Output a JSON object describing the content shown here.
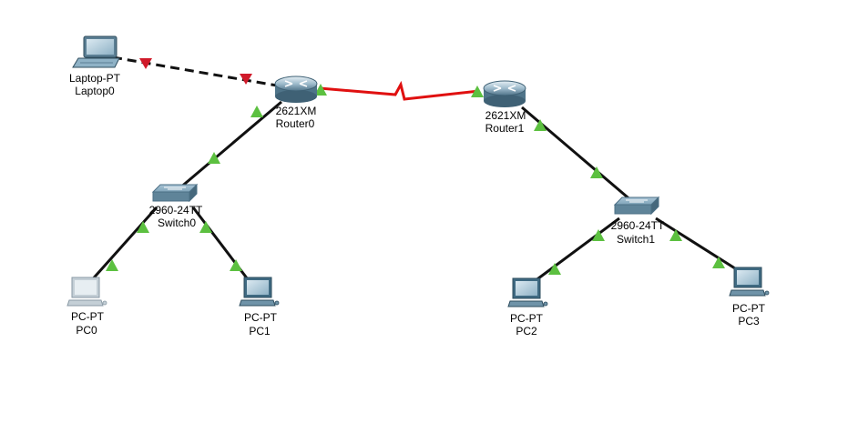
{
  "colors": {
    "ethernet": "#111111",
    "serial": "#e01010",
    "link_up": "#5cc040",
    "link_down": "#d01a2a",
    "device_light": "#c9dbe6",
    "device_mid": "#7fa3b8",
    "device_dark": "#4b6f85"
  },
  "devices": {
    "laptop0": {
      "icon": "laptop-icon",
      "model": "Laptop-PT",
      "name": "Laptop0"
    },
    "router0": {
      "icon": "router-icon",
      "model": "2621XM",
      "name": "Router0"
    },
    "router1": {
      "icon": "router-icon",
      "model": "2621XM",
      "name": "Router1"
    },
    "switch0": {
      "icon": "switch-icon",
      "model": "2960-24TT",
      "name": "Switch0"
    },
    "switch1": {
      "icon": "switch-icon",
      "model": "2960-24TT",
      "name": "Switch1"
    },
    "pc0": {
      "icon": "pc-icon",
      "model": "PC-PT",
      "name": "PC0"
    },
    "pc1": {
      "icon": "pc-icon",
      "model": "PC-PT",
      "name": "PC1"
    },
    "pc2": {
      "icon": "pc-icon",
      "model": "PC-PT",
      "name": "PC2"
    },
    "pc3": {
      "icon": "pc-icon",
      "model": "PC-PT",
      "name": "PC3"
    }
  },
  "links": [
    {
      "from": "laptop0",
      "to": "router0",
      "cable": "console",
      "status": "down"
    },
    {
      "from": "router0",
      "to": "router1",
      "cable": "serial",
      "status": "up"
    },
    {
      "from": "router0",
      "to": "switch0",
      "cable": "straight",
      "status": "up"
    },
    {
      "from": "switch0",
      "to": "pc0",
      "cable": "straight",
      "status": "up"
    },
    {
      "from": "switch0",
      "to": "pc1",
      "cable": "straight",
      "status": "up"
    },
    {
      "from": "router1",
      "to": "switch1",
      "cable": "straight",
      "status": "up"
    },
    {
      "from": "switch1",
      "to": "pc2",
      "cable": "straight",
      "status": "up"
    },
    {
      "from": "switch1",
      "to": "pc3",
      "cable": "straight",
      "status": "up"
    }
  ]
}
